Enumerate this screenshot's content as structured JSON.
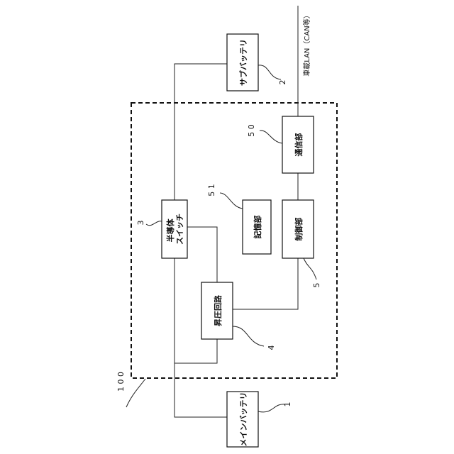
{
  "blocks": {
    "main_battery": "メインバッテリ",
    "sub_battery": "サブバッテリ",
    "semiconductor_switch": "半導体\nスイッチ",
    "boost_circuit": "昇圧回路",
    "control_unit": "制御部",
    "storage_unit": "記憶部",
    "comm_unit": "通信部"
  },
  "bus_label": "車載LAN（CAN等）",
  "refs": {
    "main_battery": "1",
    "sub_battery": "2",
    "semiconductor_switch": "3",
    "boost_circuit": "4",
    "control_unit": "5",
    "comm_unit": "5 0",
    "storage_unit": "5 1",
    "device": "1 0 0"
  }
}
